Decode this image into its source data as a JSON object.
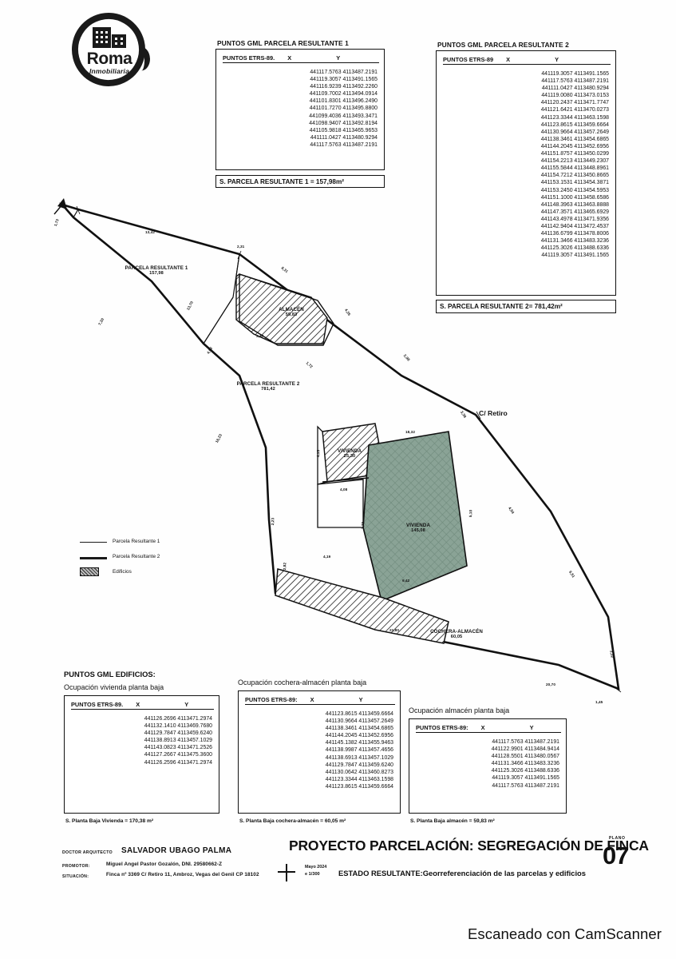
{
  "logo": {
    "name": "Roma",
    "subtitle": "Inmobiliaria"
  },
  "tables": {
    "parcela1": {
      "title": "PUNTOS GML PARCELA RESULTANTE 1",
      "header_label": "PUNTOS ETRS-89.",
      "col_x": "X",
      "col_y": "Y",
      "rows": "441117.5763 4113487.2191\n441119.3057 4113491.1565\n441116.9239 4113492.2260\n441109.7002 4113494.0914\n441101.8301 4113496.2490\n441101.7270 4113495.8800\n441099.4036 4113493.3471\n441098.9407 4113492.8194\n441105.9818 4113465.9653\n441111.0427 4113480.9294\n441117.5763 4113487.2191",
      "surface": "S. PARCELA RESULTANTE 1 = 157,98m²"
    },
    "parcela2": {
      "title": "PUNTOS GML PARCELA RESULTANTE 2",
      "header_label": "PUNTOS ETRS-89",
      "col_x": "X",
      "col_y": "Y",
      "rows": "441119.3057 4113491.1565\n441117.5763 4113487.2191\n441111.0427 4113480.9294\n441119.0080 4113473.0153\n441120.2437 4113471.7747\n441121.6421 4113470.0273\n441123.3344 4113463.1598\n441123.8615 4113459.6664\n441130.9664 4113457.2649\n441138.3461 4113454.6865\n441144.2045 4113452.6956\n441151.8757 4113450.0299\n441154.2213 4113449.2307\n441155.5844 4113448.8961\n441154.7212 4113450.8665\n441153.1531 4113454.3871\n441153.2450 4113454.5953\n441151.1000 4113458.6586\n441148.3963 4113463.8888\n441147.3571 4113465.6929\n441143.4978 4113471.9356\n441142.9404 4113472.4537\n441136.6799 4113478.8006\n441131.3466 4113483.3236\n441125.3026 4113488.6336\n441119.3057 4113491.1565",
      "surface": "S. PARCELA RESULTANTE 2= 781,42m²"
    },
    "edificios_title": "PUNTOS GML EDIFICIOS:",
    "vivienda": {
      "title": "Ocupación vivienda planta baja",
      "header_label": "PUNTOS ETRS-89.",
      "col_x": "X",
      "col_y": "Y",
      "rows": "441126.2696 4113471.2974\n441132.1410 4113469.7680\n441129.7847 4113459.6240\n441138.8913 4113457.1029\n441143.0823 4113471.2526\n441127.2667 4113475.3600\n441126.2596 4113471.2974",
      "surface": "S. Planta Baja Vivienda = 170,38 m²"
    },
    "cochera": {
      "title": "Ocupación cochera-almacén planta baja",
      "header_label": "PUNTOS ETRS-89:",
      "col_x": "X",
      "col_y": "Y",
      "rows": "441123.8615 4113459.6664\n441130.9664 4113457.2649\n441138.3461 4113454.6865\n441144.2045 4113452.6956\n441145.1382 4113455.9463\n441138.9987 4113457.4656\n441138.6913 4113457.1029\n441129.7847 4113459.6240\n441130.0642 4113460.8273\n441123.3344 4113463.1598\n441123.8615 4113459.6664",
      "surface": "S. Planta Baja cochera-almacén = 60,05 m²"
    },
    "almacen": {
      "title": "Ocupación almacén planta baja",
      "header_label": "PUNTOS ETRS-89:",
      "col_x": "X",
      "col_y": "Y",
      "rows": "441117.5763 4113487.2191\n441122.9901 4113484.9414\n441128.5501 4113480.0567\n441131.3466 4113483.3236\n441125.3026 4113488.6336\n441119.3057 4113491.1565\n441117.5763 4113487.2191",
      "surface": "S. Planta Baja almacén = 59,83 m²"
    }
  },
  "plan_labels": {
    "parcela1": "PARCELA RESULTANTE 1",
    "parcela1_area": "157,98",
    "parcela2": "PARCELA RESULTANTE 2",
    "parcela2_area": "781,42",
    "almacen": "ALMACÉN",
    "almacen_area": "59,83",
    "vivienda_small": "VIVIENDA",
    "vivienda_small_area": "25,30",
    "vivienda_big": "VIVIENDA",
    "vivienda_big_area": "145,08",
    "cochera": "COCHERA-ALMACÉN",
    "cochera_area": "60,05",
    "street": "C/ Retiro"
  },
  "legend": {
    "item1": "Parcela Resultante 1",
    "item2": "Parcela Resultante 2",
    "item3": "Edificios"
  },
  "titleblock": {
    "arch_label": "DOCTOR ARQUITECTO",
    "arch_name": "SALVADOR UBAGO PALMA",
    "promotor_label": "PROMOTOR:",
    "promotor_value": "Miguel Angel Pastor Gozalón, DNI. 29580662-Z",
    "situacion_label": "SITUACIÓN:",
    "situacion_value": "Finca nº 3369 C/ Retiro 11, Ambroz, Vegas del Genil CP  18102",
    "project_title": "PROYECTO PARCELACIÓN: SEGREGACIÓN DE FINCA",
    "date": "Mayo 2024",
    "scale": "e 1/300",
    "state_line": "ESTADO RESULTANTE:Georreferenciación de las parcelas y edificios",
    "plano_label": "PLANO",
    "plano_number": "07"
  },
  "watermark": "Escaneado con CamScanner"
}
